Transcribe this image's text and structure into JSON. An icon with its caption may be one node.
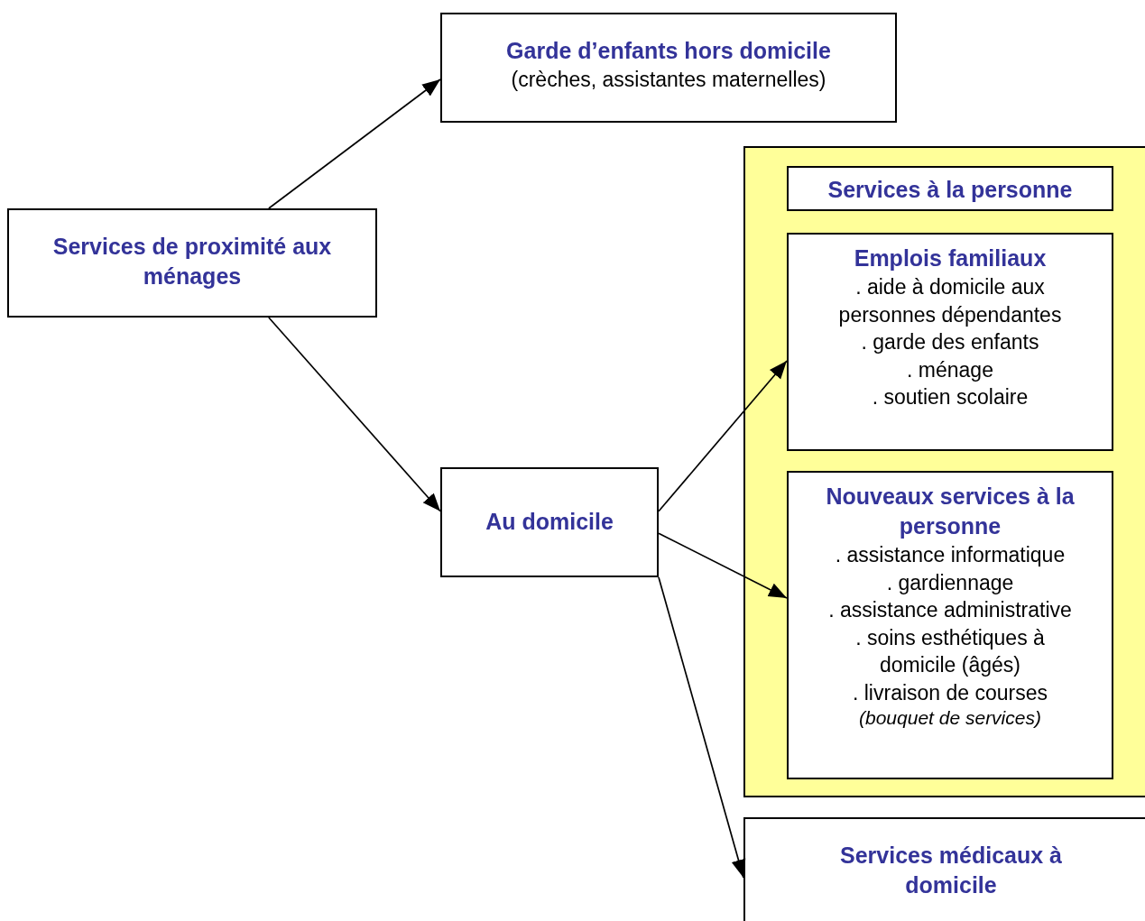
{
  "diagram": {
    "nodes": [
      {
        "text": [
          "Services de proximité aux ménages"
        ]
      },
      {
        "text": [
          "Garde d’enfants hors domicile",
          "(crèches, assistantes maternelles)"
        ]
      },
      {
        "text": [
          "Au domicile"
        ]
      },
      {
        "text": [],
        "shape": "box"
      },
      {
        "text": [
          "Services à la personne"
        ],
        "in": 3
      },
      {
        "text": [
          "Emplois familiaux",
          ". aide à domicile aux personnes dépendantes",
          ". garde des enfants",
          ". ménage",
          ". soutien scolaire"
        ],
        "in": 3
      },
      {
        "text": [
          "Nouveaux services à la personne",
          ". assistance informatique",
          ". gardiennage",
          ". assistance administrative",
          ". soins esthétiques à domicile (âgés)",
          ". livraison de courses",
          "(bouquet de services)"
        ],
        "in": 3
      },
      {
        "text": [
          "Services médicaux à domicile"
        ]
      }
    ],
    "edges": [
      {
        "from": 0,
        "to": 1,
        "arrow": "to"
      },
      {
        "from": 0,
        "to": 2,
        "arrow": "to"
      },
      {
        "from": 2,
        "to": 5,
        "arrow": "to"
      },
      {
        "from": 2,
        "to": 6,
        "arrow": "to"
      },
      {
        "from": 2,
        "to": 7,
        "arrow": "to"
      }
    ]
  }
}
